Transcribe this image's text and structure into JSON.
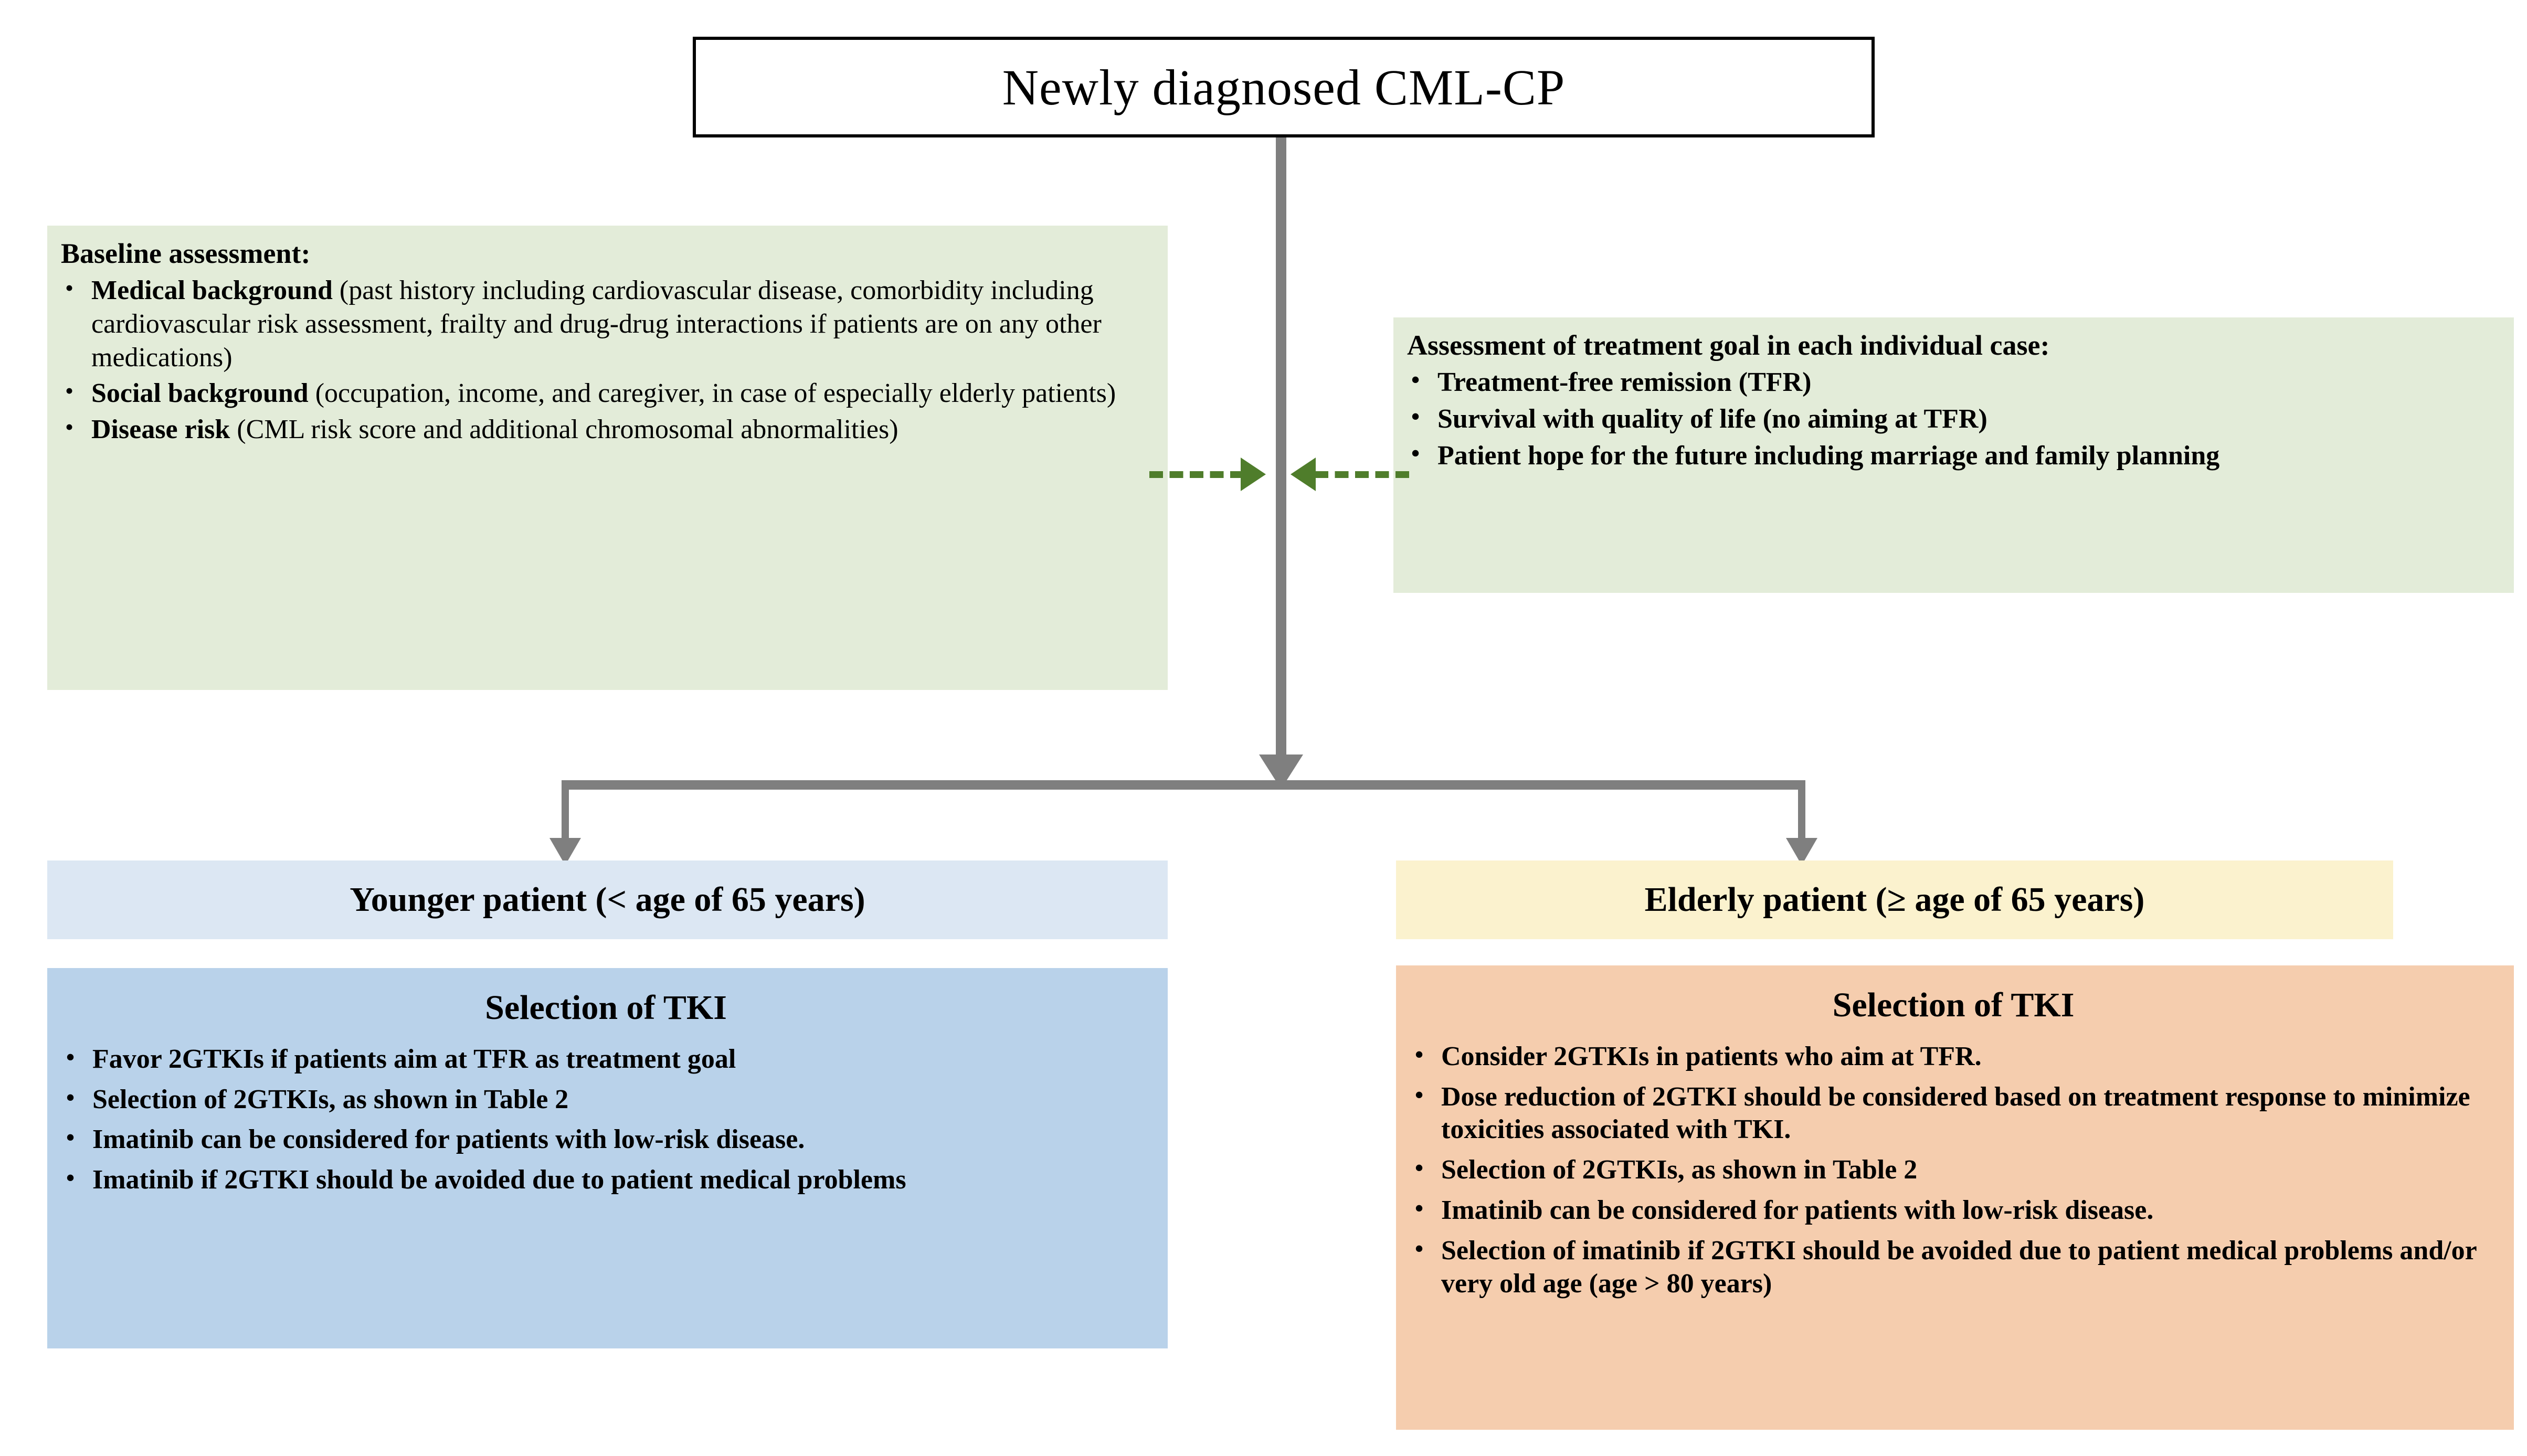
{
  "title": {
    "text": "Newly diagnosed CML-CP"
  },
  "baseline": {
    "heading": "Baseline assessment:",
    "items": [
      {
        "term": "Medical background",
        "rest": " (past history including cardiovascular disease,  comorbidity including cardiovascular risk assessment, frailty and drug-drug interactions if patients are on any other medications)"
      },
      {
        "term": "Social background",
        "rest": " (occupation, income, and caregiver, in case of especially elderly patients)"
      },
      {
        "term": "Disease risk",
        "rest": " (CML risk score and additional chromosomal abnormalities)"
      }
    ]
  },
  "goal": {
    "heading": "Assessment of treatment goal in each individual case:",
    "items": [
      "Treatment-free remission (TFR)",
      "Survival with quality of life (no aiming at TFR)",
      "Patient hope for the future including marriage and family planning"
    ]
  },
  "branches": {
    "younger": {
      "band_label": "Younger patient (< age of 65 years)",
      "panel_title": "Selection  of TKI",
      "items": [
        "Favor 2GTKIs if patients aim at TFR as treatment goal",
        "Selection of 2GTKIs, as shown in Table 2",
        "Imatinib can be considered for patients with low-risk disease.",
        "Imatinib if 2GTKI should be avoided due to patient medical problems"
      ]
    },
    "elderly": {
      "band_label": "Elderly patient (≥ age of 65 years)",
      "panel_title": "Selection  of TKI",
      "items": [
        "Consider 2GTKIs in patients who aim at TFR.",
        "Dose reduction of 2GTKI should be considered based on treatment response to minimize toxicities associated with TKI.",
        "Selection of 2GTKIs, as shown in Table 2",
        "Imatinib can be considered for patients with low-risk disease.",
        "Selection of imatinib if 2GTKI should be avoided due to patient medical problems and/or very old age (age > 80 years)"
      ]
    }
  },
  "colors": {
    "assessment_box": "#e3ecd9",
    "younger_band": "#dce7f3",
    "younger_panel": "#b9d2ea",
    "elderly_band": "#fbf2ce",
    "elderly_panel": "#f5cdae",
    "connector": "#7f7f7f",
    "dashed_arrow": "#4f7d2b"
  }
}
